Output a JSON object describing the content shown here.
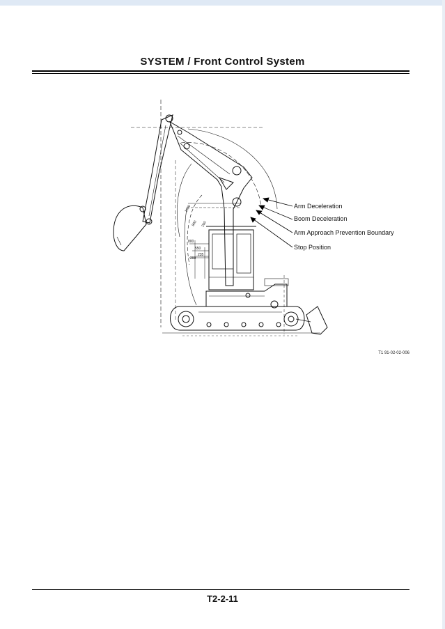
{
  "header": {
    "title": "SYSTEM / Front Control System"
  },
  "figure": {
    "labels": {
      "arm_deceleration": "Arm Deceleration",
      "boom_deceleration": "Boom Deceleration",
      "arm_approach": "Arm Approach Prevention Boundary",
      "stop_position": "Stop Position"
    },
    "dimensions": {
      "d1": "800",
      "d2": "550",
      "d3": "200",
      "d4": "235",
      "d5": "1000",
      "d6": "800",
      "d7": "200"
    },
    "figure_id": "T1 91-02-02-006"
  },
  "footer": {
    "page_number": "T2-2-11"
  }
}
